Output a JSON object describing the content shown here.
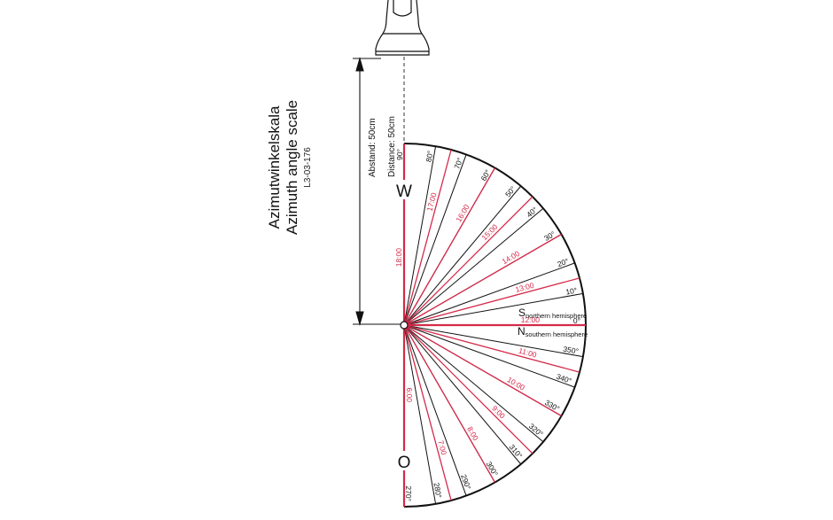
{
  "title": {
    "line1": "Azimutwinkelskala",
    "line2": "Azimuth angle scale",
    "code": "L3-03-176"
  },
  "distance": {
    "de": "Abstand: 50cm",
    "en": "Distance: 50cm"
  },
  "compass": {
    "west": "W",
    "east": "O",
    "south_letter": "S",
    "south_sub": "northern hemisphere",
    "north_letter": "N",
    "north_sub": "southern hemisphere"
  },
  "scale": {
    "degree_labels": [
      "270°",
      "280°",
      "290°",
      "300°",
      "310°",
      "320°",
      "330°",
      "340°",
      "350°",
      "0°",
      "10°",
      "20°",
      "30°",
      "40°",
      "50°",
      "60°",
      "70°",
      "80°",
      "90°"
    ],
    "hour_labels": [
      "6:00",
      "7:00",
      "8:00",
      "9:00",
      "10:00",
      "11:00",
      "12:00",
      "13:00",
      "14:00",
      "15:00",
      "16:00",
      "17:00",
      "18:00"
    ]
  },
  "colors": {
    "hour_line": "#d42a4a",
    "degree_line": "#111111"
  }
}
